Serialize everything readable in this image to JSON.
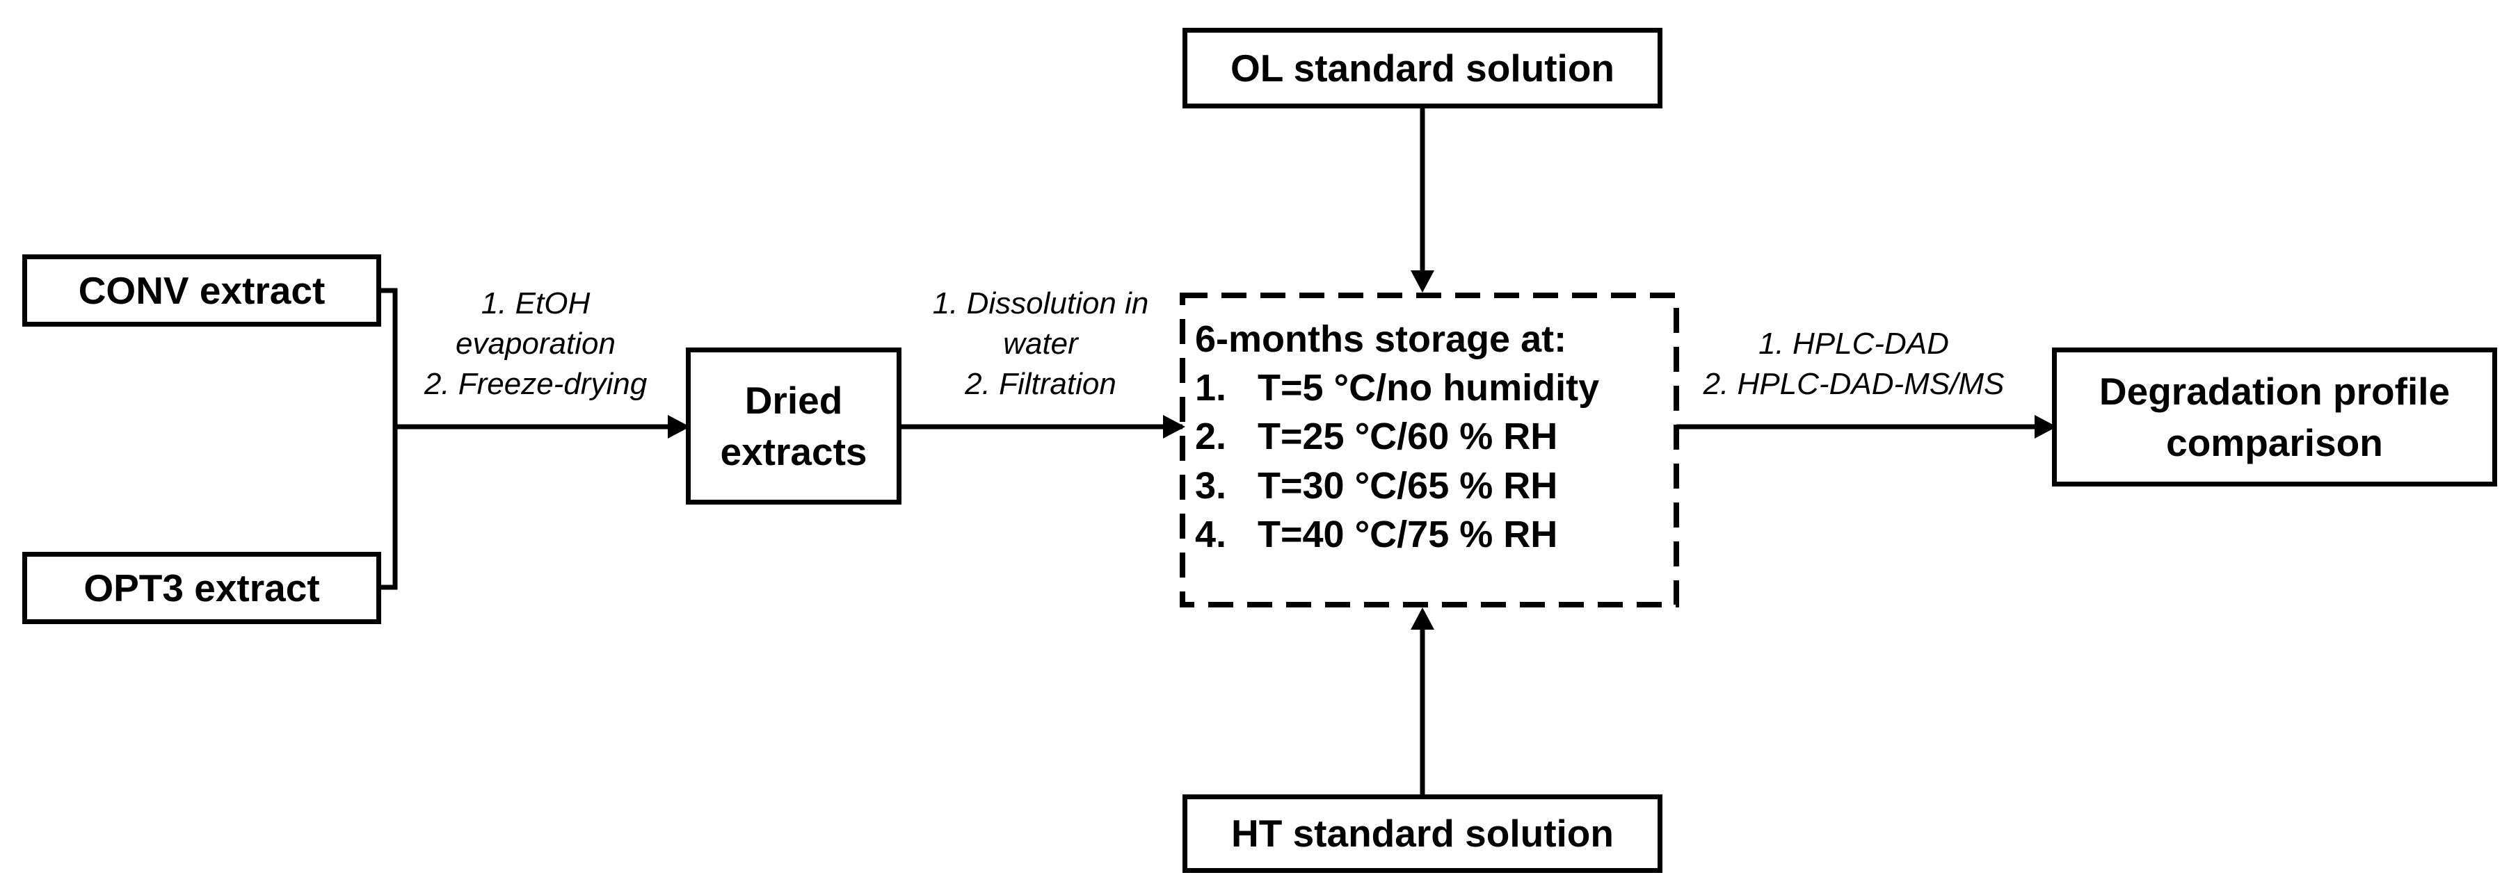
{
  "nodes": {
    "conv": "CONV extract",
    "opt3": "OPT3 extract",
    "dried_line1": "Dried",
    "dried_line2": "extracts",
    "ol": "OL standard solution",
    "ht": "HT standard solution",
    "degradation_line1": "Degradation profile",
    "degradation_line2": "comparison"
  },
  "storage": {
    "title": "6-months storage at:",
    "conditions": [
      {
        "num": "1.",
        "text": "T=5 °C/no humidity"
      },
      {
        "num": "2.",
        "text": "T=25 °C/60 % RH"
      },
      {
        "num": "3.",
        "text": "T=30 °C/65 % RH"
      },
      {
        "num": "4.",
        "text": "T=40 °C/75 % RH"
      }
    ]
  },
  "edge_labels": {
    "to_dried": [
      "1. EtOH",
      "evaporation",
      "2. Freeze-drying"
    ],
    "to_storage": [
      "1. Dissolution in",
      "water",
      "2. Filtration"
    ],
    "to_degradation": [
      "1. HPLC-DAD",
      "2. HPLC-DAD-MS/MS"
    ]
  },
  "colors": {
    "stroke": "#000000",
    "background": "#ffffff"
  }
}
